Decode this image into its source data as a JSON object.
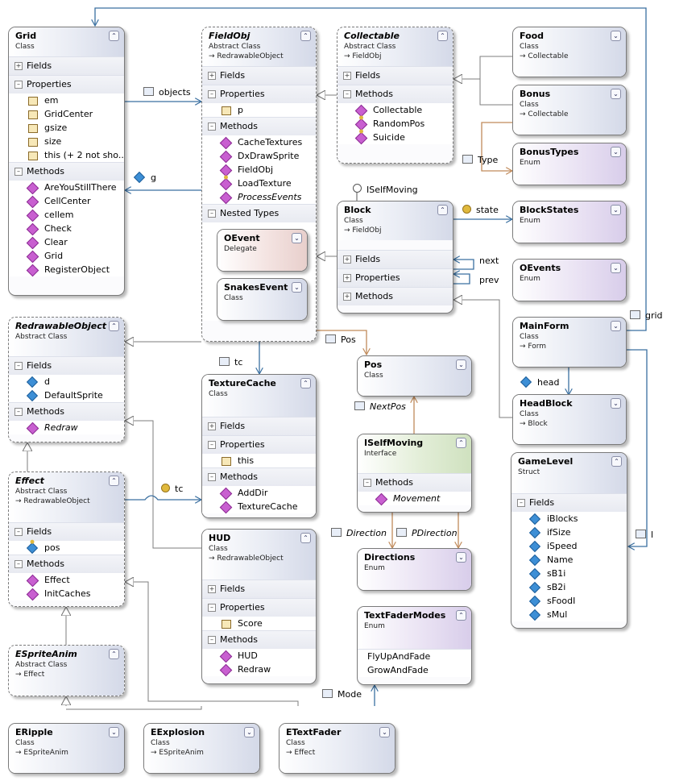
{
  "types": {
    "grid": {
      "name": "Grid",
      "kind": "Class",
      "base": "",
      "sections": [
        {
          "title": "Fields",
          "open": false,
          "items": []
        },
        {
          "title": "Properties",
          "open": true,
          "items": [
            "em",
            "GridCenter",
            "gsize",
            "size",
            "this (+ 2 not sho..."
          ]
        },
        {
          "title": "Methods",
          "open": true,
          "items": [
            "AreYouStillThere",
            "CellCenter",
            "cellem",
            "Check",
            "Clear",
            "Grid",
            "RegisterObject"
          ]
        }
      ]
    },
    "fieldobj": {
      "name": "FieldObj",
      "kind": "Abstract Class",
      "base": "RedrawableObject",
      "sections": [
        {
          "title": "Fields",
          "open": false,
          "items": []
        },
        {
          "title": "Properties",
          "open": true,
          "items": [
            "p"
          ]
        },
        {
          "title": "Methods",
          "open": true,
          "items": [
            "CacheTextures",
            "DxDrawSprite",
            "FieldObj",
            "LoadTexture",
            "ProcessEvents"
          ]
        },
        {
          "title": "Nested Types",
          "open": true,
          "items": []
        }
      ]
    },
    "oevent": {
      "name": "OEvent",
      "kind": "Delegate",
      "base": ""
    },
    "snakesevent": {
      "name": "SnakesEvent",
      "kind": "Class",
      "base": ""
    },
    "collectable": {
      "name": "Collectable",
      "kind": "Abstract Class",
      "base": "FieldObj",
      "sections": [
        {
          "title": "Fields",
          "open": false,
          "items": []
        },
        {
          "title": "Methods",
          "open": true,
          "items": [
            "Collectable",
            "RandomPos",
            "Suicide"
          ]
        }
      ]
    },
    "food": {
      "name": "Food",
      "kind": "Class",
      "base": "Collectable"
    },
    "bonus": {
      "name": "Bonus",
      "kind": "Class",
      "base": "Collectable"
    },
    "bonustypes": {
      "name": "BonusTypes",
      "kind": "Enum",
      "base": ""
    },
    "block": {
      "name": "Block",
      "kind": "Class",
      "base": "FieldObj",
      "sections": [
        {
          "title": "Fields",
          "open": false,
          "items": []
        },
        {
          "title": "Properties",
          "open": false,
          "items": []
        },
        {
          "title": "Methods",
          "open": false,
          "items": []
        }
      ]
    },
    "blockstates": {
      "name": "BlockStates",
      "kind": "Enum",
      "base": ""
    },
    "oevents": {
      "name": "OEvents",
      "kind": "Enum",
      "base": ""
    },
    "mainform": {
      "name": "MainForm",
      "kind": "Class",
      "base": "Form"
    },
    "headblock": {
      "name": "HeadBlock",
      "kind": "Class",
      "base": "Block"
    },
    "gamelevel": {
      "name": "GameLevel",
      "kind": "Struct",
      "base": "",
      "sections": [
        {
          "title": "Fields",
          "open": true,
          "items": [
            "iBlocks",
            "ifSize",
            "iSpeed",
            "Name",
            "sB1i",
            "sB2i",
            "sFoodI",
            "sMul"
          ]
        }
      ]
    },
    "redrawable": {
      "name": "RedrawableObject",
      "kind": "Abstract Class",
      "base": "",
      "sections": [
        {
          "title": "Fields",
          "open": true,
          "items": [
            "d",
            "DefaultSprite"
          ]
        },
        {
          "title": "Methods",
          "open": true,
          "items": [
            "Redraw"
          ]
        }
      ]
    },
    "texturecache": {
      "name": "TextureCache",
      "kind": "Class",
      "base": "",
      "sections": [
        {
          "title": "Fields",
          "open": false,
          "items": []
        },
        {
          "title": "Properties",
          "open": true,
          "items": [
            "this"
          ]
        },
        {
          "title": "Methods",
          "open": true,
          "items": [
            "AddDir",
            "TextureCache"
          ]
        }
      ]
    },
    "pos": {
      "name": "Pos",
      "kind": "Class",
      "base": ""
    },
    "iselfmoving": {
      "name": "ISelfMoving",
      "kind": "Interface",
      "base": "",
      "sections": [
        {
          "title": "Methods",
          "open": true,
          "items": [
            "Movement"
          ]
        }
      ]
    },
    "effect": {
      "name": "Effect",
      "kind": "Abstract Class",
      "base": "RedrawableObject",
      "sections": [
        {
          "title": "Fields",
          "open": true,
          "items": [
            "pos"
          ]
        },
        {
          "title": "Methods",
          "open": true,
          "items": [
            "Effect",
            "InitCaches"
          ]
        }
      ]
    },
    "hud": {
      "name": "HUD",
      "kind": "Class",
      "base": "RedrawableObject",
      "sections": [
        {
          "title": "Fields",
          "open": false,
          "items": []
        },
        {
          "title": "Properties",
          "open": true,
          "items": [
            "Score"
          ]
        },
        {
          "title": "Methods",
          "open": true,
          "items": [
            "HUD",
            "Redraw"
          ]
        }
      ]
    },
    "directions": {
      "name": "Directions",
      "kind": "Enum",
      "base": ""
    },
    "textfadermodes": {
      "name": "TextFaderModes",
      "kind": "Enum",
      "base": "",
      "values": [
        "FlyUpAndFade",
        "GrowAndFade"
      ]
    },
    "espriteanim": {
      "name": "ESpriteAnim",
      "kind": "Abstract Class",
      "base": "Effect"
    },
    "eripple": {
      "name": "ERipple",
      "kind": "Class",
      "base": "ESpriteAnim"
    },
    "eexplosion": {
      "name": "EExplosion",
      "kind": "Class",
      "base": "ESpriteAnim"
    },
    "etextfader": {
      "name": "ETextFader",
      "kind": "Class",
      "base": "Effect"
    }
  },
  "associations": {
    "objects": "objects",
    "g": "g",
    "type": "Type",
    "iselfmoving_lollipop": "ISelfMoving",
    "state": "state",
    "next": "next",
    "prev": "prev",
    "grid": "grid",
    "pos": "Pos",
    "tc_fieldobj": "tc",
    "tc_effect": "tc",
    "head": "head",
    "nextpos": "NextPos",
    "direction": "Direction",
    "pdirection": "PDirection",
    "l": "l",
    "mode": "Mode"
  },
  "colors": {
    "line": "#3a6fa0",
    "inherit": "#8a8a8a",
    "assoc_brown": "#c08a5a",
    "enum_header": "#d8cdea",
    "interface_header": "#cfe1bf",
    "delegate_header": "#e8cfcc"
  }
}
